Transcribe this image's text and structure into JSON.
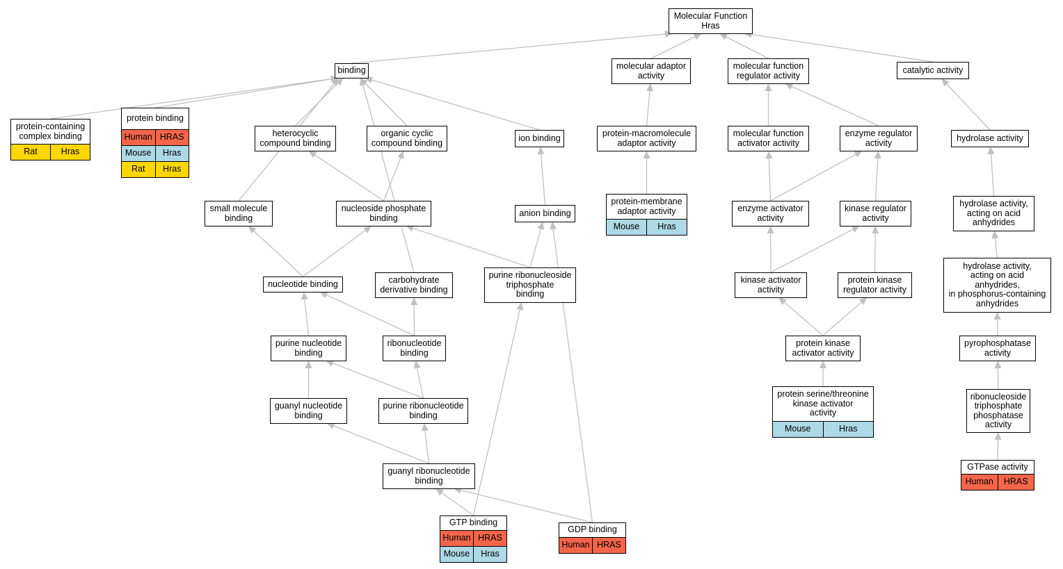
{
  "colors": {
    "edge": "#c0c0c0",
    "Human": "#f4654a",
    "Mouse": "#add8e6",
    "Rat": "#ffd700"
  },
  "nodes": {
    "mf_hras": {
      "label": "Molecular Function\nHras",
      "species": []
    },
    "binding": {
      "label": "binding",
      "species": []
    },
    "mol_adaptor": {
      "label": "molecular adaptor\nactivity",
      "species": []
    },
    "mf_regulator": {
      "label": "molecular function\nregulator activity",
      "species": []
    },
    "catalytic": {
      "label": "catalytic activity",
      "species": []
    },
    "prot_complex": {
      "label": "protein-containing\ncomplex binding",
      "species": [
        [
          "Rat",
          "Hras"
        ]
      ]
    },
    "protein_binding": {
      "label": "protein binding",
      "species": [
        [
          "Human",
          "HRAS"
        ],
        [
          "Mouse",
          "Hras"
        ],
        [
          "Rat",
          "Hras"
        ]
      ]
    },
    "heterocyclic": {
      "label": "heterocyclic\ncompound binding",
      "species": []
    },
    "organic_cyclic": {
      "label": "organic cyclic\ncompound binding",
      "species": []
    },
    "ion_binding": {
      "label": "ion binding",
      "species": []
    },
    "prot_macro": {
      "label": "protein-macromolecule\nadaptor activity",
      "species": []
    },
    "mf_activator": {
      "label": "molecular function\nactivator activity",
      "species": []
    },
    "enzyme_reg": {
      "label": "enzyme regulator\nactivity",
      "species": []
    },
    "hydrolase": {
      "label": "hydrolase activity",
      "species": []
    },
    "prot_membrane": {
      "label": "protein-membrane\nadaptor activity",
      "species": [
        [
          "Mouse",
          "Hras"
        ]
      ]
    },
    "small_mol": {
      "label": "small molecule\nbinding",
      "species": []
    },
    "nucleoside_p": {
      "label": "nucleoside phosphate\nbinding",
      "species": []
    },
    "anion": {
      "label": "anion binding",
      "species": []
    },
    "enzyme_act": {
      "label": "enzyme activator\nactivity",
      "species": []
    },
    "kinase_reg": {
      "label": "kinase regulator\nactivity",
      "species": []
    },
    "hydro_acid": {
      "label": "hydrolase activity,\nacting on acid\nanhydrides",
      "species": []
    },
    "nucleotide": {
      "label": "nucleotide binding",
      "species": []
    },
    "carb_deriv": {
      "label": "carbohydrate\nderivative binding",
      "species": []
    },
    "purine_rnstp": {
      "label": "purine ribonucleoside\ntriphosphate\nbinding",
      "species": []
    },
    "kinase_act": {
      "label": "kinase activator\nactivity",
      "species": []
    },
    "prot_kinase_reg": {
      "label": "protein kinase\nregulator activity",
      "species": []
    },
    "hydro_phos": {
      "label": "hydrolase activity,\nacting on acid\nanhydrides,\nin phosphorus-containing\nanhydrides",
      "species": []
    },
    "purine_nt": {
      "label": "purine nucleotide\nbinding",
      "species": []
    },
    "ribonucleotide": {
      "label": "ribonucleotide\nbinding",
      "species": []
    },
    "prot_kinase_act": {
      "label": "protein kinase\nactivator activity",
      "species": []
    },
    "pyrophosphatase": {
      "label": "pyrophosphatase\nactivity",
      "species": []
    },
    "guanyl_nt": {
      "label": "guanyl nucleotide\nbinding",
      "species": []
    },
    "purine_rnt": {
      "label": "purine ribonucleotide\nbinding",
      "species": []
    },
    "ser_thr": {
      "label": "protein serine/threonine\nkinase activator\nactivity",
      "species": [
        [
          "Mouse",
          "Hras"
        ]
      ]
    },
    "rntp_phosphatase": {
      "label": "ribonucleoside\ntriphosphate\nphosphatase\nactivity",
      "species": []
    },
    "guanyl_rnt": {
      "label": "guanyl ribonucleotide\nbinding",
      "species": []
    },
    "gtpase": {
      "label": "GTPase activity",
      "species": [
        [
          "Human",
          "HRAS"
        ]
      ]
    },
    "gtp": {
      "label": "GTP binding",
      "species": [
        [
          "Human",
          "HRAS"
        ],
        [
          "Mouse",
          "Hras"
        ]
      ]
    },
    "gdp": {
      "label": "GDP binding",
      "species": [
        [
          "Human",
          "HRAS"
        ]
      ]
    }
  },
  "edges": [
    [
      "binding",
      "mf_hras"
    ],
    [
      "mol_adaptor",
      "mf_hras"
    ],
    [
      "mf_regulator",
      "mf_hras"
    ],
    [
      "catalytic",
      "mf_hras"
    ],
    [
      "prot_complex",
      "binding"
    ],
    [
      "protein_binding",
      "binding"
    ],
    [
      "heterocyclic",
      "binding"
    ],
    [
      "organic_cyclic",
      "binding"
    ],
    [
      "ion_binding",
      "binding"
    ],
    [
      "small_mol",
      "binding"
    ],
    [
      "carb_deriv",
      "binding"
    ],
    [
      "prot_macro",
      "mol_adaptor"
    ],
    [
      "prot_membrane",
      "prot_macro"
    ],
    [
      "mf_activator",
      "mf_regulator"
    ],
    [
      "enzyme_reg",
      "mf_regulator"
    ],
    [
      "enzyme_act",
      "mf_activator"
    ],
    [
      "enzyme_act",
      "enzyme_reg"
    ],
    [
      "kinase_reg",
      "enzyme_reg"
    ],
    [
      "kinase_act",
      "enzyme_act"
    ],
    [
      "kinase_act",
      "kinase_reg"
    ],
    [
      "prot_kinase_reg",
      "kinase_reg"
    ],
    [
      "prot_kinase_act",
      "kinase_act"
    ],
    [
      "prot_kinase_act",
      "prot_kinase_reg"
    ],
    [
      "ser_thr",
      "prot_kinase_act"
    ],
    [
      "hydrolase",
      "catalytic"
    ],
    [
      "hydro_acid",
      "hydrolase"
    ],
    [
      "hydro_phos",
      "hydro_acid"
    ],
    [
      "pyrophosphatase",
      "hydro_phos"
    ],
    [
      "rntp_phosphatase",
      "pyrophosphatase"
    ],
    [
      "gtpase",
      "rntp_phosphatase"
    ],
    [
      "nucleoside_p",
      "heterocyclic"
    ],
    [
      "nucleoside_p",
      "organic_cyclic"
    ],
    [
      "nucleotide",
      "small_mol"
    ],
    [
      "nucleotide",
      "nucleoside_p"
    ],
    [
      "purine_rnstp",
      "nucleoside_p"
    ],
    [
      "purine_rnstp",
      "anion"
    ],
    [
      "anion",
      "ion_binding"
    ],
    [
      "purine_nt",
      "nucleotide"
    ],
    [
      "ribonucleotide",
      "nucleotide"
    ],
    [
      "ribonucleotide",
      "carb_deriv"
    ],
    [
      "guanyl_nt",
      "purine_nt"
    ],
    [
      "purine_rnt",
      "purine_nt"
    ],
    [
      "purine_rnt",
      "ribonucleotide"
    ],
    [
      "guanyl_rnt",
      "guanyl_nt"
    ],
    [
      "guanyl_rnt",
      "purine_rnt"
    ],
    [
      "gtp",
      "guanyl_rnt"
    ],
    [
      "gtp",
      "purine_rnstp"
    ],
    [
      "gdp",
      "guanyl_rnt"
    ],
    [
      "gdp",
      "anion"
    ]
  ]
}
